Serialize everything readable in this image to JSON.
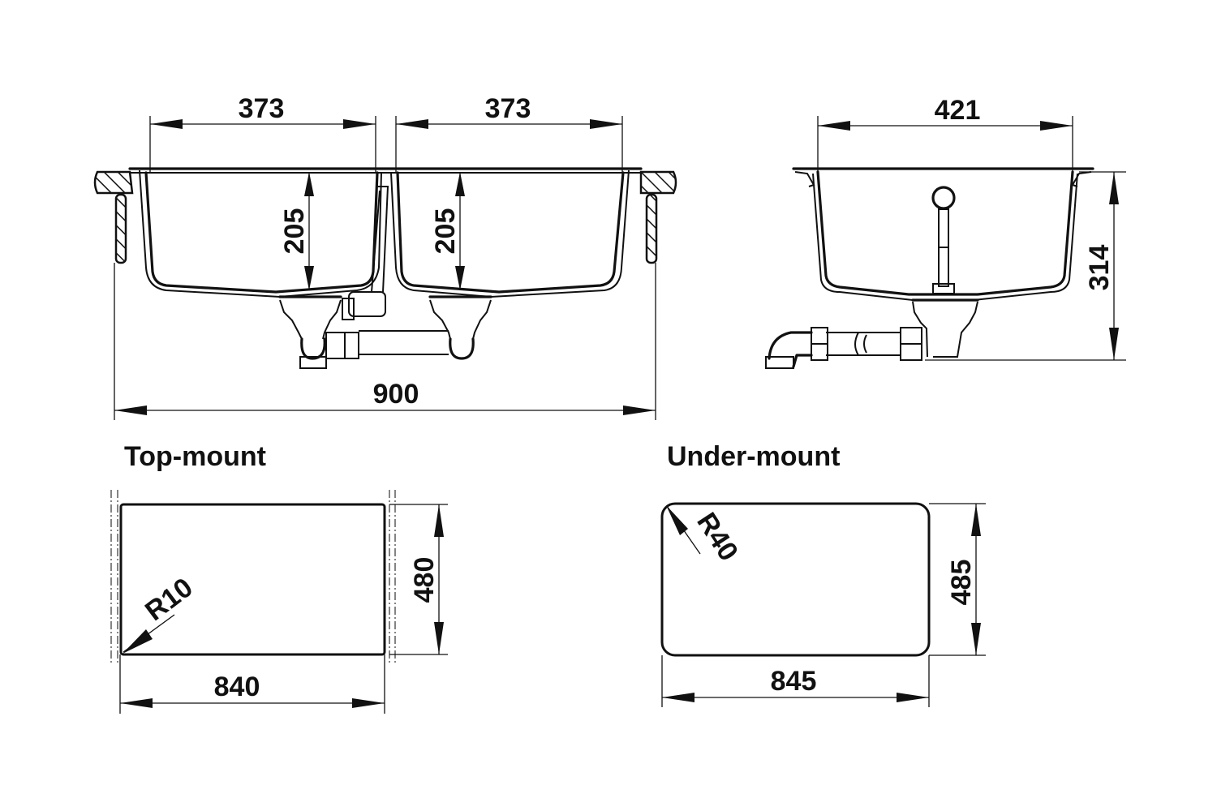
{
  "diagram": {
    "subject": "Double-bowl sink technical drawing",
    "front_view": {
      "bowl_left_width": "373",
      "bowl_right_width": "373",
      "bowl_left_depth": "205",
      "bowl_right_depth": "205",
      "overall_width": "900"
    },
    "side_view": {
      "width": "421",
      "overall_height": "314"
    },
    "top_mount": {
      "title": "Top-mount",
      "cutout_width": "840",
      "cutout_height": "480",
      "corner_radius": "R10"
    },
    "under_mount": {
      "title": "Under-mount",
      "cutout_width": "845",
      "cutout_height": "485",
      "corner_radius": "R40"
    },
    "colors": {
      "line": "#111111",
      "background": "#ffffff"
    }
  }
}
